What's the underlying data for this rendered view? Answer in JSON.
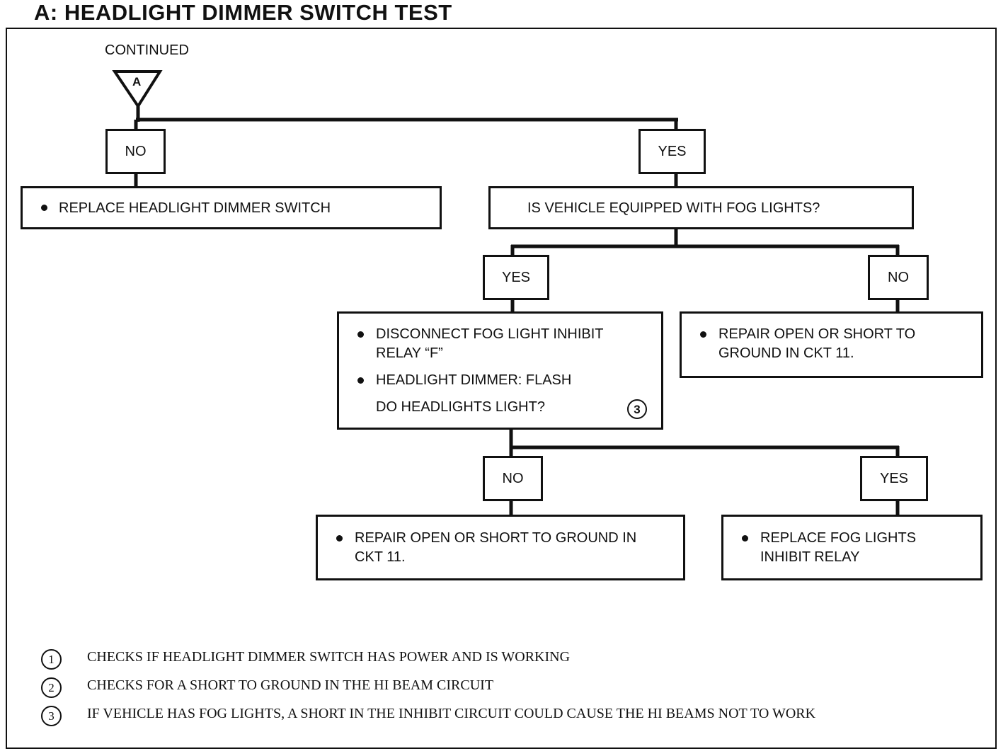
{
  "title": "A: HEADLIGHT DIMMER SWITCH TEST",
  "continued_label": "CONTINUED",
  "connector_letter": "A",
  "flow": {
    "top_no": "NO",
    "top_yes": "YES",
    "replace_switch": "REPLACE HEADLIGHT DIMMER SWITCH",
    "fog_question": "IS VEHICLE EQUIPPED WITH FOG LIGHTS?",
    "fog_yes": "YES",
    "fog_no": "NO",
    "test_line1": "DISCONNECT FOG LIGHT INHIBIT",
    "test_line1b": "RELAY “F”",
    "test_line2": "HEADLIGHT DIMMER: FLASH",
    "test_question": "DO HEADLIGHTS LIGHT?",
    "test_ref": "3",
    "repair_ckt11_a1": "REPAIR OPEN OR SHORT TO",
    "repair_ckt11_a2": "GROUND IN CKT 11.",
    "light_no": "NO",
    "light_yes": "YES",
    "repair_ckt11_b1": "REPAIR OPEN OR SHORT TO GROUND IN",
    "repair_ckt11_b2": "CKT 11.",
    "replace_relay1": "REPLACE FOG LIGHTS",
    "replace_relay2": "INHIBIT RELAY"
  },
  "notes": [
    {
      "num": "1",
      "text": "CHECKS IF HEADLIGHT DIMMER SWITCH HAS POWER AND IS WORKING"
    },
    {
      "num": "2",
      "text": "CHECKS FOR A SHORT TO GROUND IN THE HI BEAM CIRCUIT"
    },
    {
      "num": "3",
      "text": "IF VEHICLE HAS FOG LIGHTS, A SHORT IN THE INHIBIT CIRCUIT COULD CAUSE THE HI BEAMS NOT TO WORK"
    }
  ]
}
